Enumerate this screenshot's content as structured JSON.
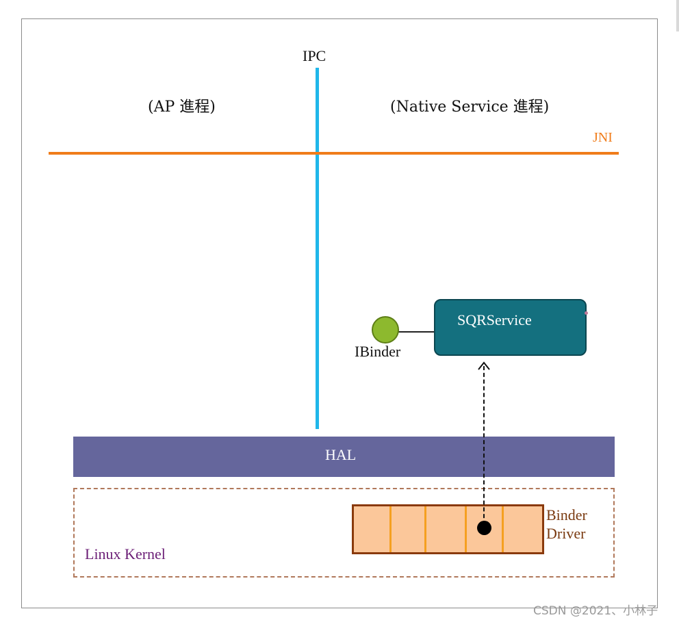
{
  "labels": {
    "ipc": "IPC",
    "ap_process": "(AP 進程)",
    "native_process": "(Native Service 進程)",
    "jni": "JNI",
    "service": "SQRService",
    "ibinder": "IBinder",
    "hal": "HAL",
    "linux_kernel": "Linux Kernel",
    "binder_driver_line1": "Binder",
    "binder_driver_line2": "Driver"
  },
  "watermark": "CSDN @2021、小林子",
  "colors": {
    "ipc_line": "#1fb7ea",
    "jni_line": "#f07c1a",
    "service_box": "#14707f",
    "ibinder_ball": "#8db92e",
    "hal_bar": "#65669c",
    "kernel_border": "#b0785a",
    "driver_box": "#fbc79a",
    "driver_border": "#8a3a0c",
    "kernel_text": "#6b1e76"
  }
}
